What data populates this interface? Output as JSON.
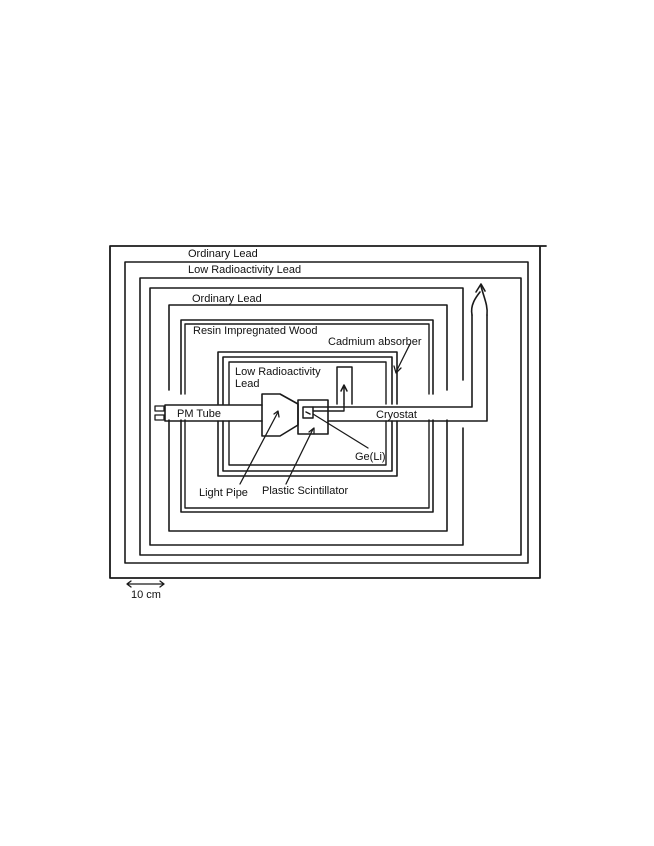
{
  "labels": {
    "ordinary_lead_outer": "Ordinary Lead",
    "low_radioactivity_lead_outer": "Low Radioactivity Lead",
    "ordinary_lead_inner": "Ordinary Lead",
    "resin_wood": "Resin Impregnated Wood",
    "cadmium": "Cadmium absorber",
    "low_radioactivity_lead_inner_1": "Low Radioactivity",
    "low_radioactivity_lead_inner_2": "Lead",
    "pm_tube": "PM Tube",
    "cryostat": "Cryostat",
    "ge_li": "Ge(Li)",
    "light_pipe": "Light Pipe",
    "plastic_scintillator": "Plastic Scintillator",
    "scale": "10 cm"
  }
}
